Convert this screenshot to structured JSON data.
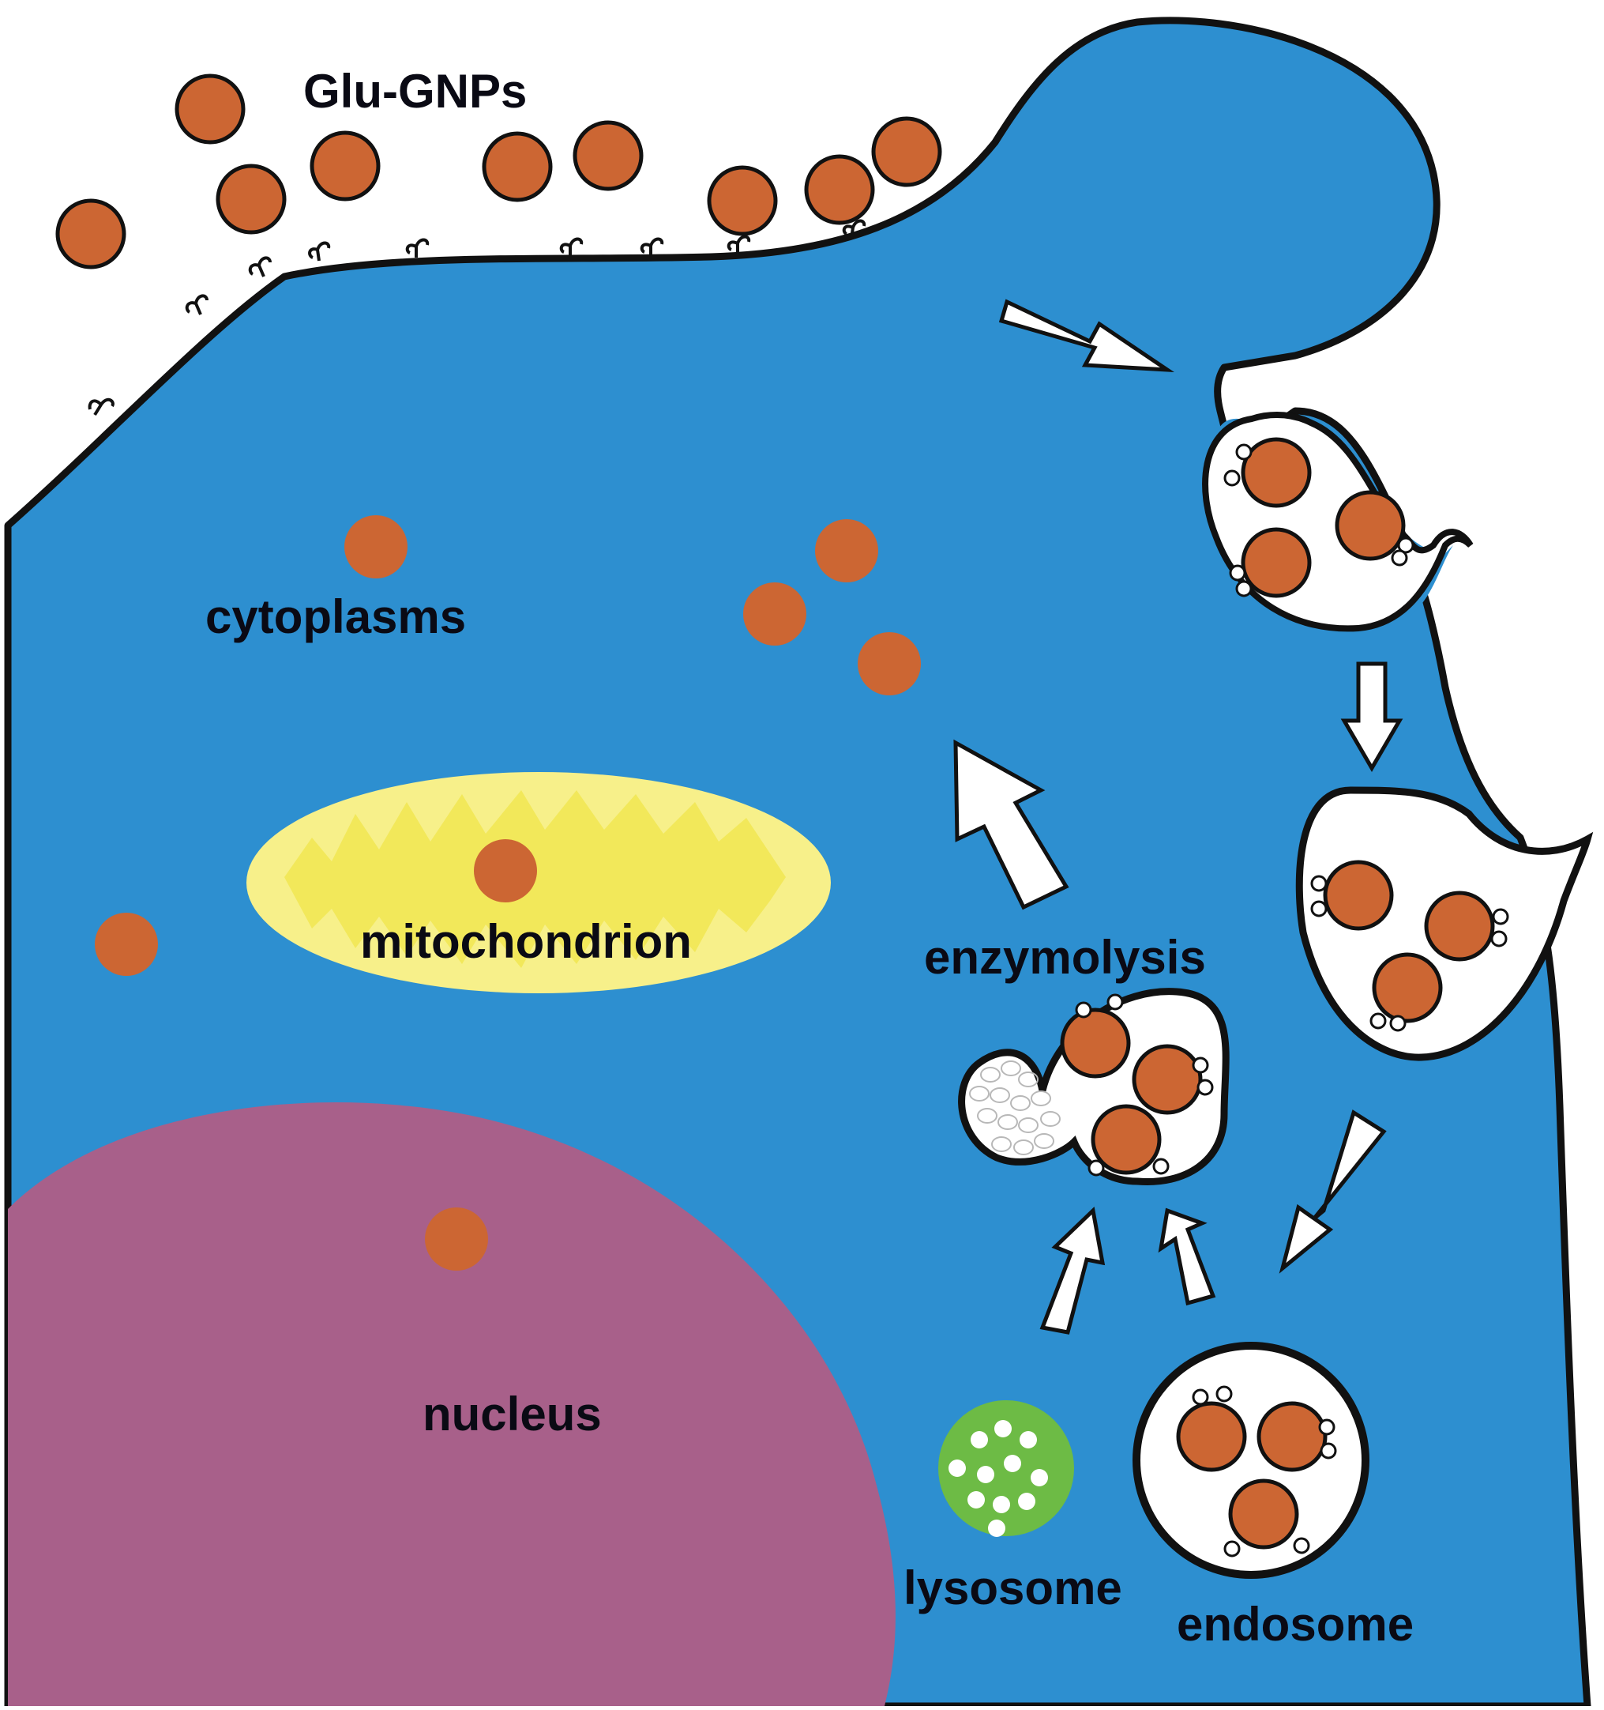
{
  "labels": {
    "glu_gnps": "Glu-GNPs",
    "cytoplasms": "cytoplasms",
    "mitochondrion": "mitochondrion",
    "nucleus": "nucleus",
    "enzymolysis": "enzymolysis",
    "lysosome": "lysosome",
    "endosome": "endosome"
  },
  "colors": {
    "cell": "#2d8fd0",
    "outline": "#111111",
    "nanoparticle": "#cc6633",
    "mitochondrion": "#f7f08a",
    "mitochondrion_inner": "#f2e85a",
    "nucleus": "#a8608a",
    "lysosome": "#6dbb45",
    "vesicle": "#ffffff",
    "arrow_fill": "#ffffff"
  }
}
